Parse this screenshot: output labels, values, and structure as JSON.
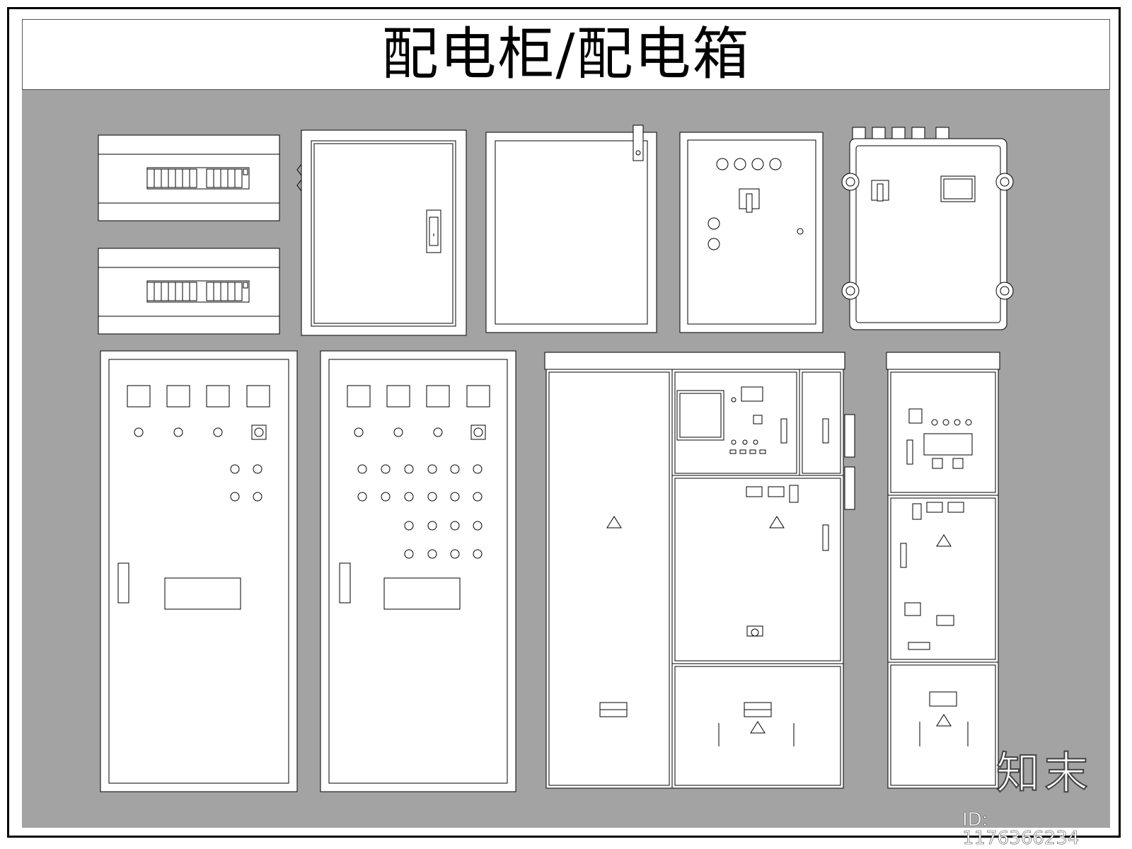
{
  "title": "配电柜/配电箱",
  "watermark": {
    "brand": "知末",
    "id_text": "ID: 1176366234"
  },
  "colors": {
    "background": "#a3a3a3",
    "panel": "#ffffff",
    "line": "#000000"
  },
  "items": [
    {
      "name": "modular-distribution-box-1",
      "type": "wall-mounted breaker box"
    },
    {
      "name": "modular-distribution-box-2",
      "type": "wall-mounted breaker box"
    },
    {
      "name": "lockable-distribution-box",
      "type": "wall-mounted enclosure with handle lock"
    },
    {
      "name": "plain-enclosure-box",
      "type": "wall-mounted enclosure"
    },
    {
      "name": "control-box-with-rotary-switch",
      "type": "control box"
    },
    {
      "name": "waterproof-junction-box",
      "type": "sealed box with cable glands"
    },
    {
      "name": "floor-cabinet-4-meters",
      "type": "floor-standing distribution cabinet"
    },
    {
      "name": "floor-cabinet-4-meters-many-lamps",
      "type": "floor-standing distribution cabinet"
    },
    {
      "name": "switchgear-lineup",
      "type": "multi-section switchgear"
    },
    {
      "name": "narrow-switchgear",
      "type": "single-section switchgear"
    }
  ]
}
